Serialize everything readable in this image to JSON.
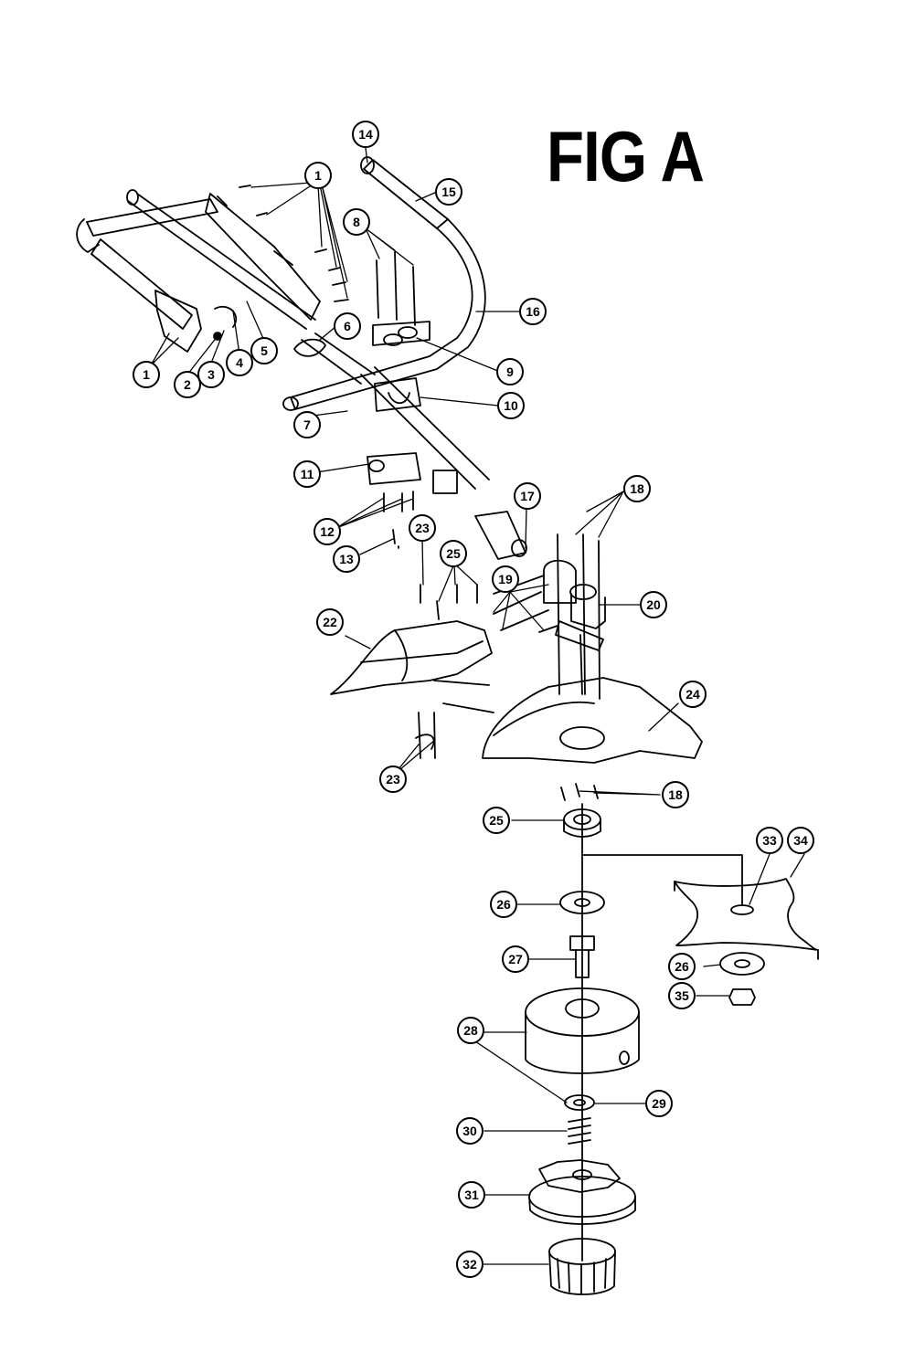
{
  "title": "FIG A",
  "callouts": [
    {
      "id": "c1a",
      "label": "1"
    },
    {
      "id": "c1b",
      "label": "1"
    },
    {
      "id": "c2",
      "label": "2"
    },
    {
      "id": "c3",
      "label": "3"
    },
    {
      "id": "c4",
      "label": "4"
    },
    {
      "id": "c5",
      "label": "5"
    },
    {
      "id": "c6",
      "label": "6"
    },
    {
      "id": "c7",
      "label": "7"
    },
    {
      "id": "c8",
      "label": "8"
    },
    {
      "id": "c9",
      "label": "9"
    },
    {
      "id": "c10",
      "label": "10"
    },
    {
      "id": "c11",
      "label": "11"
    },
    {
      "id": "c12",
      "label": "12"
    },
    {
      "id": "c13",
      "label": "13"
    },
    {
      "id": "c14",
      "label": "14"
    },
    {
      "id": "c15",
      "label": "15"
    },
    {
      "id": "c16",
      "label": "16"
    },
    {
      "id": "c17",
      "label": "17"
    },
    {
      "id": "c18a",
      "label": "18"
    },
    {
      "id": "c18b",
      "label": "18"
    },
    {
      "id": "c19",
      "label": "19"
    },
    {
      "id": "c20",
      "label": "20"
    },
    {
      "id": "c22",
      "label": "22"
    },
    {
      "id": "c23a",
      "label": "23"
    },
    {
      "id": "c23b",
      "label": "23"
    },
    {
      "id": "c24",
      "label": "24"
    },
    {
      "id": "c25a",
      "label": "25"
    },
    {
      "id": "c25b",
      "label": "25"
    },
    {
      "id": "c26a",
      "label": "26"
    },
    {
      "id": "c26b",
      "label": "26"
    },
    {
      "id": "c27",
      "label": "27"
    },
    {
      "id": "c28",
      "label": "28"
    },
    {
      "id": "c29",
      "label": "29"
    },
    {
      "id": "c30",
      "label": "30"
    },
    {
      "id": "c31",
      "label": "31"
    },
    {
      "id": "c32",
      "label": "32"
    },
    {
      "id": "c33",
      "label": "33"
    },
    {
      "id": "c34",
      "label": "34"
    },
    {
      "id": "c35",
      "label": "35"
    }
  ]
}
